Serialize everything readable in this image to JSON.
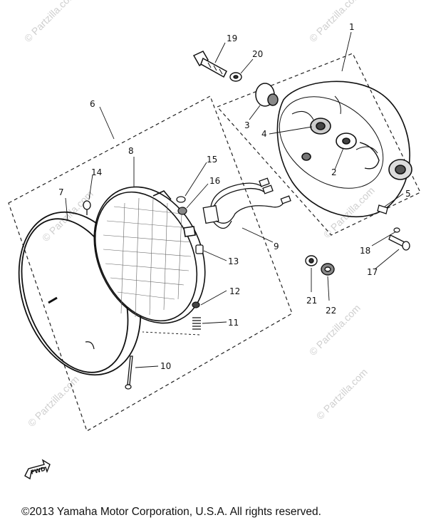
{
  "watermark": {
    "text": "© Partzilla.com"
  },
  "callouts": [
    "1",
    "2",
    "3",
    "4",
    "5",
    "6",
    "7",
    "8",
    "9",
    "10",
    "11",
    "12",
    "13",
    "14",
    "15",
    "16",
    "17",
    "18",
    "19",
    "20",
    "21",
    "22"
  ],
  "forward_label": "FWD",
  "copyright": "©2013  Yamaha Motor Corporation, U.S.A. All rights reserved."
}
